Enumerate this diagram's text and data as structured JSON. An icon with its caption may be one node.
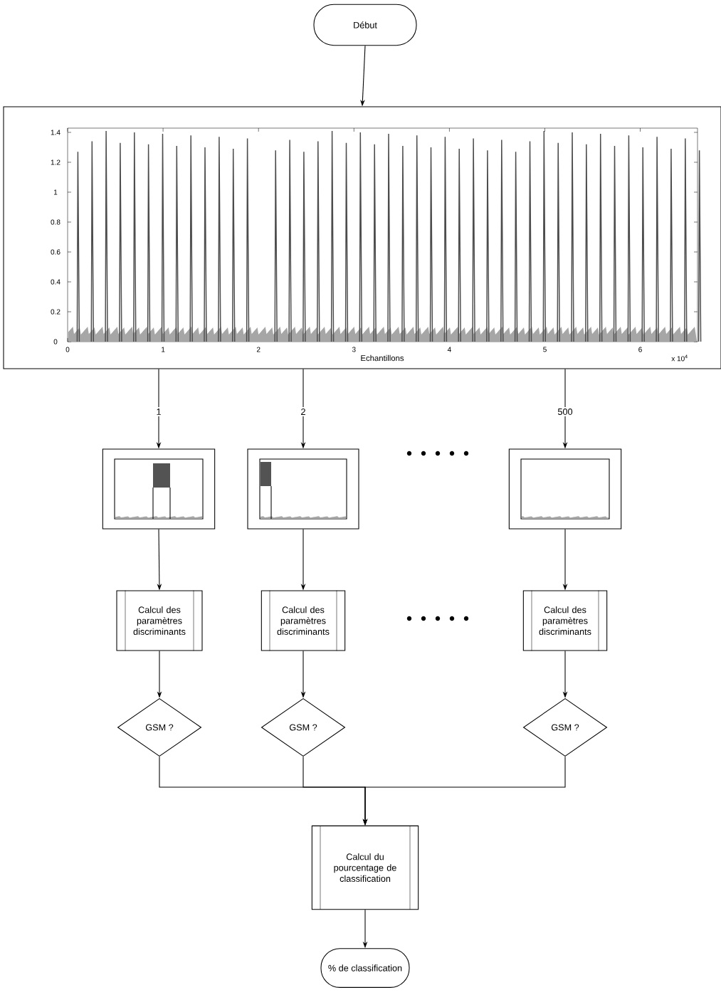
{
  "diagram": {
    "nodes": [
      {
        "text": [
          "Début"
        ]
      },
      {
        "text": [],
        "shape": "picture"
      },
      {
        "text": [],
        "shape": "picture"
      },
      {
        "text": [],
        "shape": "picture"
      },
      {
        "text": [],
        "shape": "picture"
      },
      {
        "text": [
          "Calcul des paramètres discriminants"
        ]
      },
      {
        "text": [
          "Calcul des paramètres discriminants"
        ]
      },
      {
        "text": [
          "Calcul des paramètres discriminants"
        ]
      },
      {
        "text": [
          "GSM ?"
        ]
      },
      {
        "text": [
          "GSM ?"
        ]
      },
      {
        "text": [
          "GSM ?"
        ]
      },
      {
        "text": [
          "Calcul du pourcentage de classification"
        ]
      },
      {
        "text": [
          "% de classification"
        ]
      }
    ],
    "edges": [
      {
        "from": 0,
        "to": 1,
        "arrow": "to"
      },
      {
        "from": 1,
        "to": 2,
        "arrow": "to",
        "label": "1"
      },
      {
        "from": 1,
        "to": 3,
        "arrow": "to",
        "label": "2"
      },
      {
        "from": 1,
        "to": 4,
        "arrow": "to",
        "label": "500"
      },
      {
        "from": 2,
        "to": 5,
        "arrow": "to"
      },
      {
        "from": 3,
        "to": 6,
        "arrow": "to"
      },
      {
        "from": 4,
        "to": 7,
        "arrow": "to"
      },
      {
        "from": 5,
        "to": 8,
        "arrow": "to"
      },
      {
        "from": 6,
        "to": 9,
        "arrow": "to"
      },
      {
        "from": 7,
        "to": 10,
        "arrow": "to"
      },
      {
        "from": 8,
        "to": 11,
        "arrow": "to"
      },
      {
        "from": 9,
        "to": 11,
        "arrow": "to"
      },
      {
        "from": 10,
        "to": 11,
        "arrow": "to"
      },
      {
        "from": 11,
        "to": 12,
        "arrow": "to"
      }
    ],
    "labels": [
      "1.4",
      "1.2",
      "1",
      "0.8",
      "0.6",
      "0.4",
      "0.2",
      "0",
      "0",
      "1",
      "2",
      "3",
      "4",
      "5",
      "6",
      "Echantillons",
      "x 10$^{4}$"
    ]
  }
}
